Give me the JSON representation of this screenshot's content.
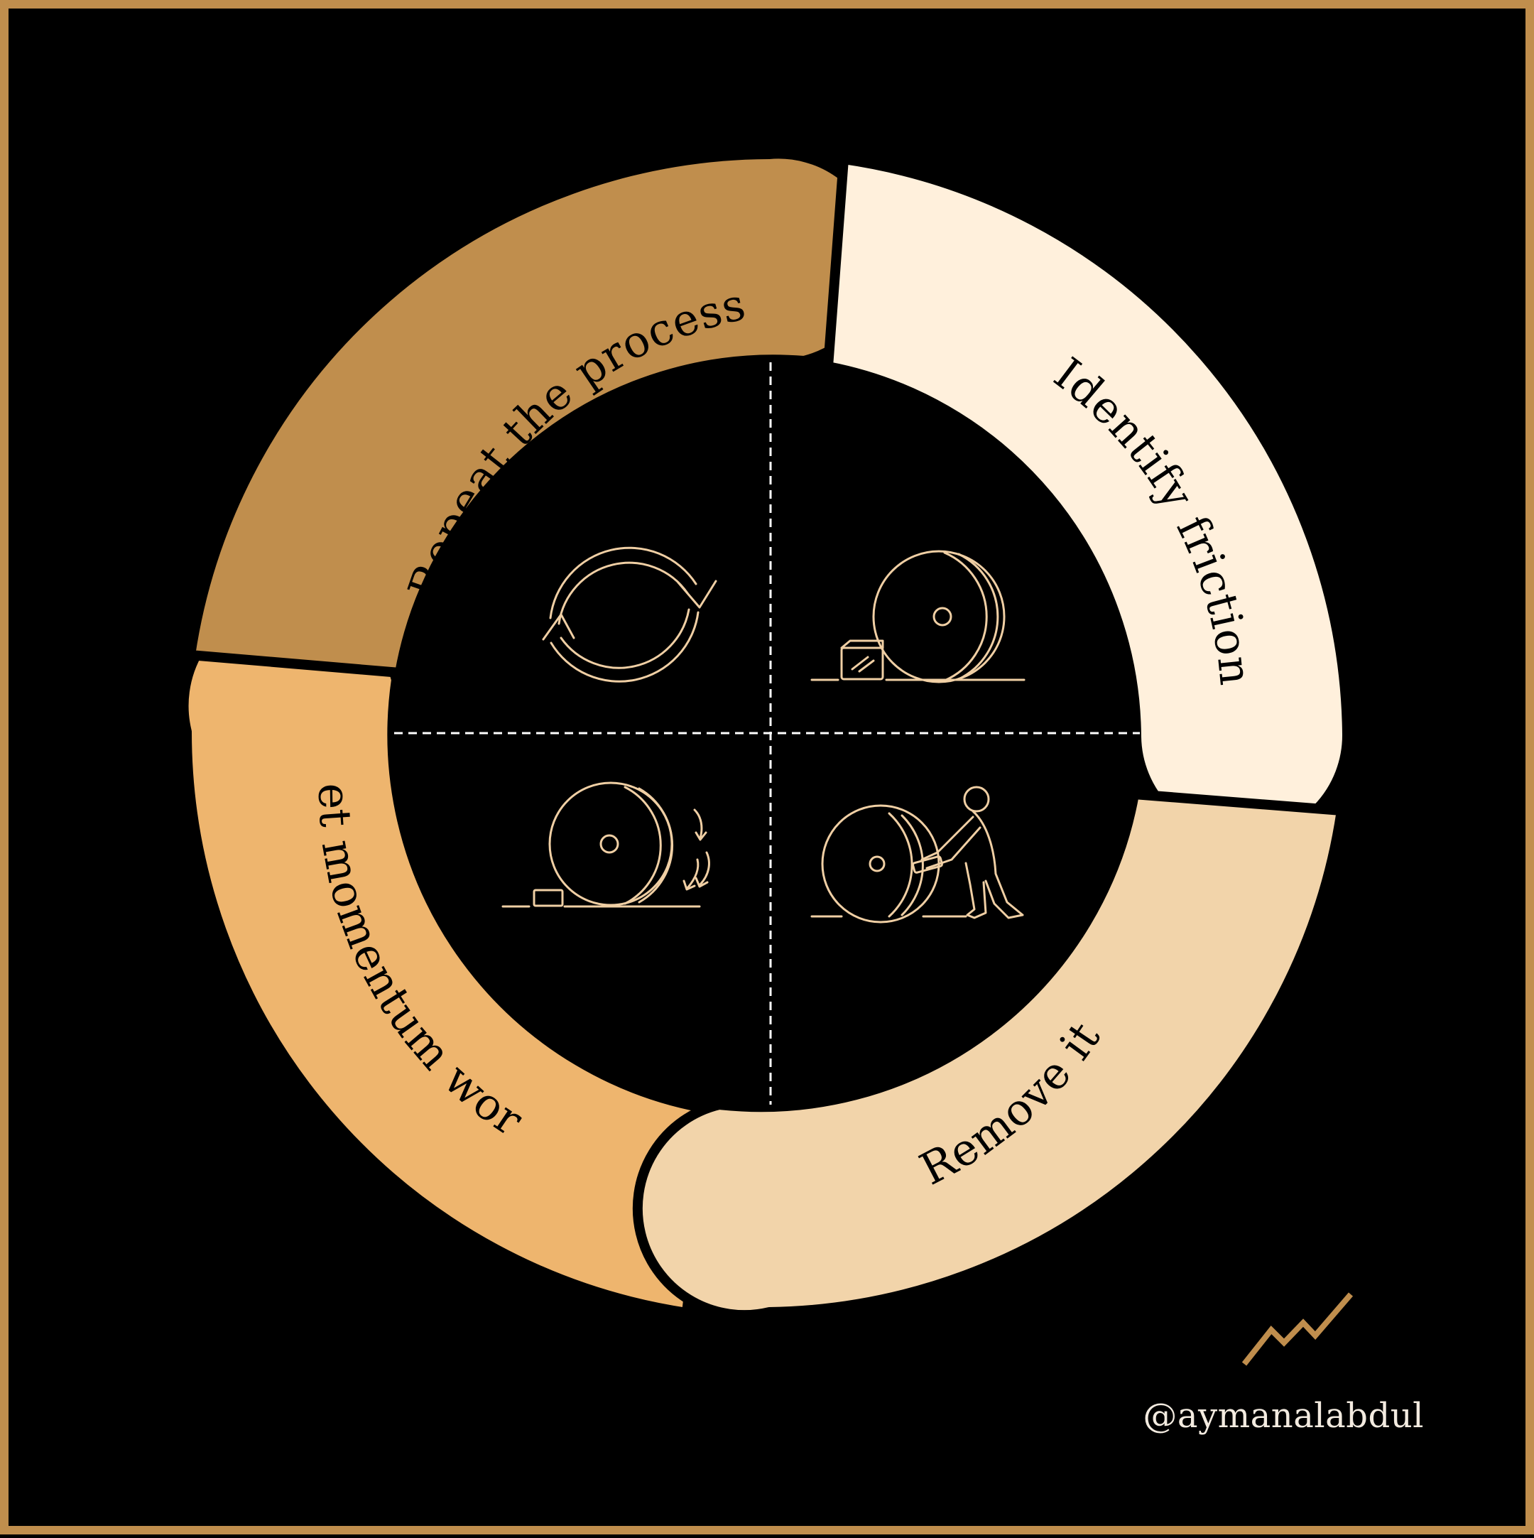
{
  "colors": {
    "background": "#000000",
    "border": "#c08e4d",
    "repeat_segment": "#c08e4d",
    "identify_segment": "#fff0dc",
    "remove_segment": "#f2d4aa",
    "momentum_segment": "#eeb56e",
    "icon_stroke": "#f0cfa4",
    "divider": "#ffffff"
  },
  "segments": [
    {
      "id": "repeat",
      "label": "Repeat the process",
      "icon": "cycle-arrows-icon"
    },
    {
      "id": "identify",
      "label": "Identify friction",
      "icon": "wheel-blocked-icon"
    },
    {
      "id": "remove",
      "label": "Remove it",
      "icon": "person-pushing-wheel-icon"
    },
    {
      "id": "momentum",
      "label": "Let momentum work",
      "icon": "rolling-wheel-icon"
    }
  ],
  "footer": {
    "handle": "@aymanalabdul",
    "logo": "zigzag-logo-icon"
  }
}
